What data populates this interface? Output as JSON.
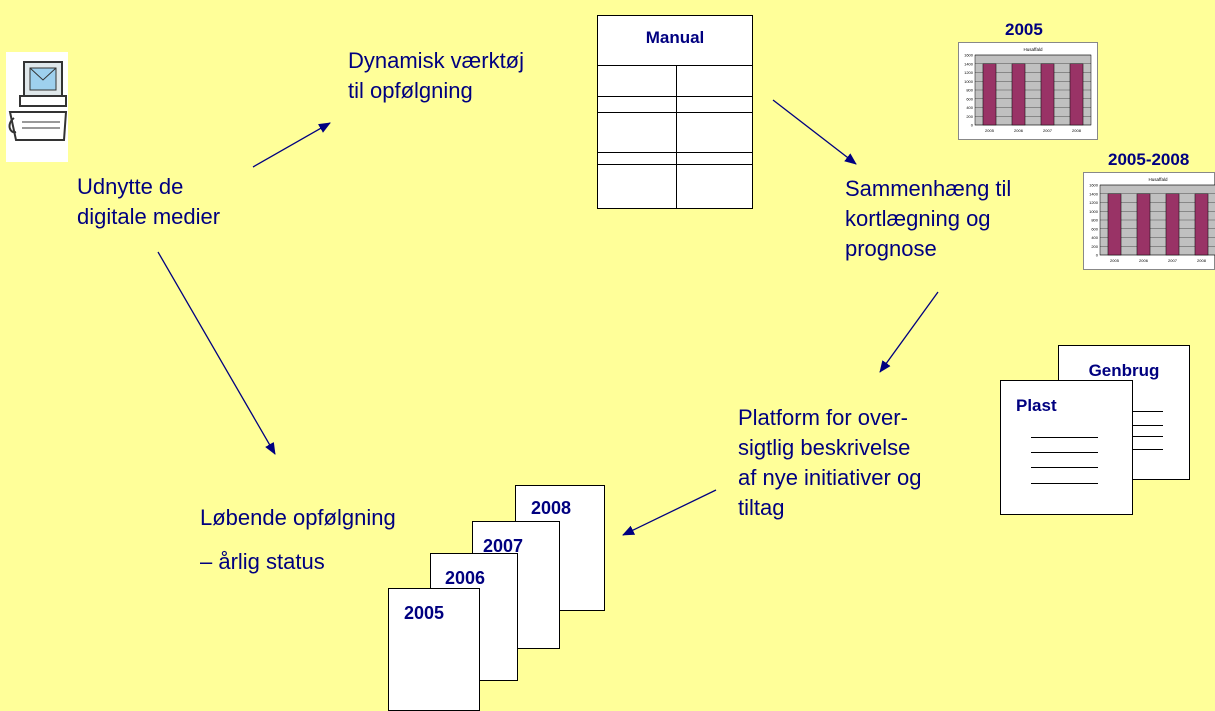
{
  "nodes": {
    "digital": {
      "lines": [
        "Udnytte de",
        "digitale medier"
      ]
    },
    "dynamic": {
      "lines": [
        "Dynamisk værktøj",
        "til opfølgning"
      ]
    },
    "context": {
      "lines": [
        "Sammenhæng til",
        "kortlægning og",
        "prognose"
      ]
    },
    "platform": {
      "lines": [
        "Platform for over-",
        "sigtlig beskrivelse",
        "af nye initiativer og",
        "tiltag"
      ]
    },
    "followup": {
      "lines": [
        "Løbende opfølgning",
        "– årlig status"
      ]
    }
  },
  "manual": {
    "title": "Manual"
  },
  "docs_recycle": {
    "back_title": "Genbrug",
    "front_title": "Plast"
  },
  "year_docs": [
    "2008",
    "2007",
    "2006",
    "2005"
  ],
  "charts": [
    {
      "heading": "2005",
      "title": "Husaffald",
      "categories": [
        "2005",
        "2006",
        "2007",
        "2008"
      ],
      "values": [
        1400,
        1400,
        1400,
        1400
      ],
      "yticks": [
        "1600",
        "1400",
        "1200",
        "1000",
        "800",
        "600",
        "400",
        "200",
        "0"
      ],
      "ylim": [
        0,
        1600
      ],
      "bar_color": "#993366"
    },
    {
      "heading": "2005-2008",
      "title": "Husaffald",
      "categories": [
        "2005",
        "2006",
        "2007",
        "2008"
      ],
      "values": [
        1400,
        1400,
        1400,
        1400
      ],
      "yticks": [
        "1600",
        "1400",
        "1200",
        "1000",
        "800",
        "600",
        "400",
        "200",
        "0"
      ],
      "ylim": [
        0,
        1600
      ],
      "bar_color": "#993366"
    }
  ],
  "chart_data": [
    {
      "type": "bar",
      "title": "Husaffald",
      "categories": [
        "2005",
        "2006",
        "2007",
        "2008"
      ],
      "values": [
        1400,
        1400,
        1400,
        1400
      ],
      "ylim": [
        0,
        1600
      ]
    },
    {
      "type": "bar",
      "title": "Husaffald",
      "categories": [
        "2005",
        "2006",
        "2007",
        "2008"
      ],
      "values": [
        1400,
        1400,
        1400,
        1400
      ],
      "ylim": [
        0,
        1600
      ]
    }
  ],
  "colors": {
    "background": "#ffff99",
    "text": "#000080",
    "bar": "#993366"
  }
}
